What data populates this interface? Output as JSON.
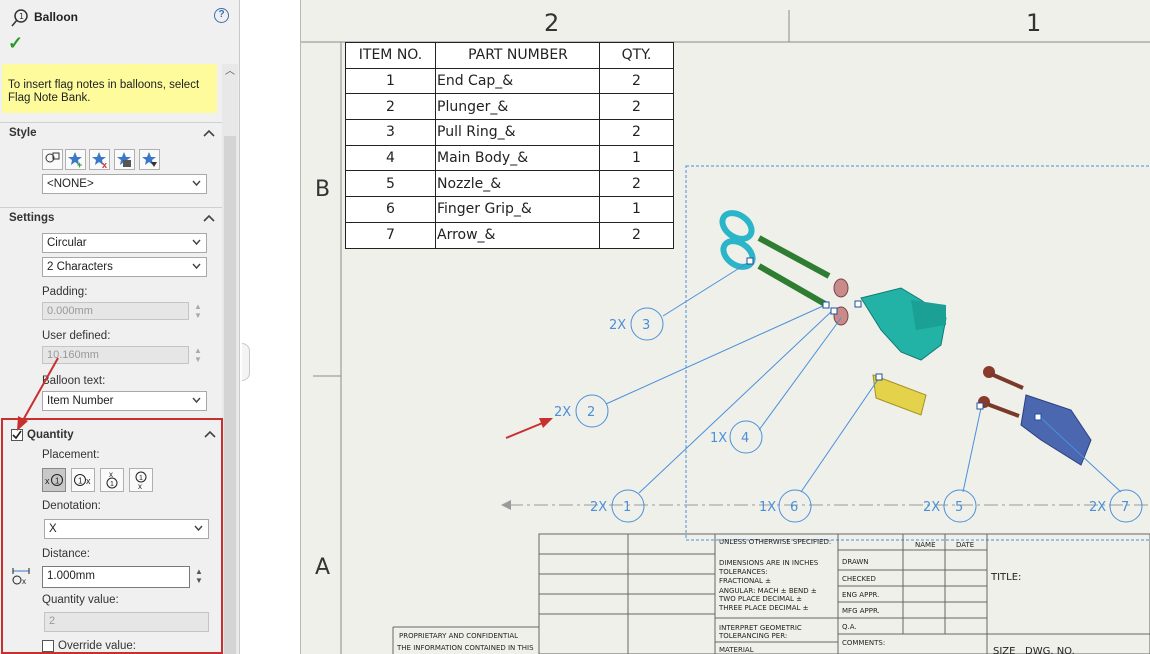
{
  "panel": {
    "title": "Balloon",
    "help": "?",
    "ok": "✓",
    "note": "To insert flag notes in balloons, select Flag Note Bank.",
    "style": {
      "title": "Style",
      "dropdown": "<NONE>"
    },
    "settings": {
      "title": "Settings",
      "shape": "Circular",
      "size": "2 Characters",
      "padding_label": "Padding:",
      "padding_value": "0.000mm",
      "user_defined_label": "User defined:",
      "user_defined_value": "10.160mm",
      "balloon_text_label": "Balloon text:",
      "balloon_text_value": "Item Number"
    },
    "quantity": {
      "title": "Quantity",
      "checked": true,
      "placement_label": "Placement:",
      "denotation_label": "Denotation:",
      "denotation_value": "X",
      "distance_label": "Distance:",
      "distance_value": "1.000mm",
      "quantity_value_label": "Quantity value:",
      "quantity_value": "2",
      "override_label": "Override value:"
    }
  },
  "drawing": {
    "zone_top": [
      "2",
      "1"
    ],
    "zone_left": [
      "B",
      "A"
    ],
    "bom": {
      "headers": [
        "ITEM NO.",
        "PART NUMBER",
        "QTY."
      ],
      "rows": [
        [
          "1",
          "End Cap_&",
          "2"
        ],
        [
          "2",
          "Plunger_&",
          "2"
        ],
        [
          "3",
          "Pull Ring_&",
          "2"
        ],
        [
          "4",
          "Main Body_&",
          "1"
        ],
        [
          "5",
          "Nozzle_&",
          "2"
        ],
        [
          "6",
          "Finger Grip_&",
          "1"
        ],
        [
          "7",
          "Arrow_&",
          "2"
        ]
      ]
    },
    "balloons": [
      {
        "qty": "2X",
        "num": "3"
      },
      {
        "qty": "2X",
        "num": "2"
      },
      {
        "qty": "1X",
        "num": "4"
      },
      {
        "qty": "2X",
        "num": "1"
      },
      {
        "qty": "1X",
        "num": "6"
      },
      {
        "qty": "2X",
        "num": "5"
      },
      {
        "qty": "2X",
        "num": "7"
      }
    ],
    "title_block": {
      "unless": "UNLESS OTHERWISE SPECIFIED:",
      "name": "NAME",
      "date": "DATE",
      "dims": "DIMENSIONS ARE IN INCHES",
      "tol": "TOLERANCES:",
      "frac": "FRACTIONAL ±",
      "ang": "ANGULAR: MACH ±   BEND ±",
      "two": "TWO PLACE DECIMAL   ±",
      "three": "THREE PLACE DECIMAL  ±",
      "interp": "INTERPRET GEOMETRIC",
      "tolper": "TOLERANCING PER:",
      "material": "MATERIAL",
      "drawn": "DRAWN",
      "checked": "CHECKED",
      "eng": "ENG APPR.",
      "mfg": "MFG APPR.",
      "qa": "Q.A.",
      "comments": "COMMENTS:",
      "title": "TITLE:",
      "size": "SIZE",
      "dwg": "DWG.  NO.",
      "prop": "PROPRIETARY AND CONFIDENTIAL",
      "info": "THE INFORMATION CONTAINED IN THIS"
    }
  }
}
